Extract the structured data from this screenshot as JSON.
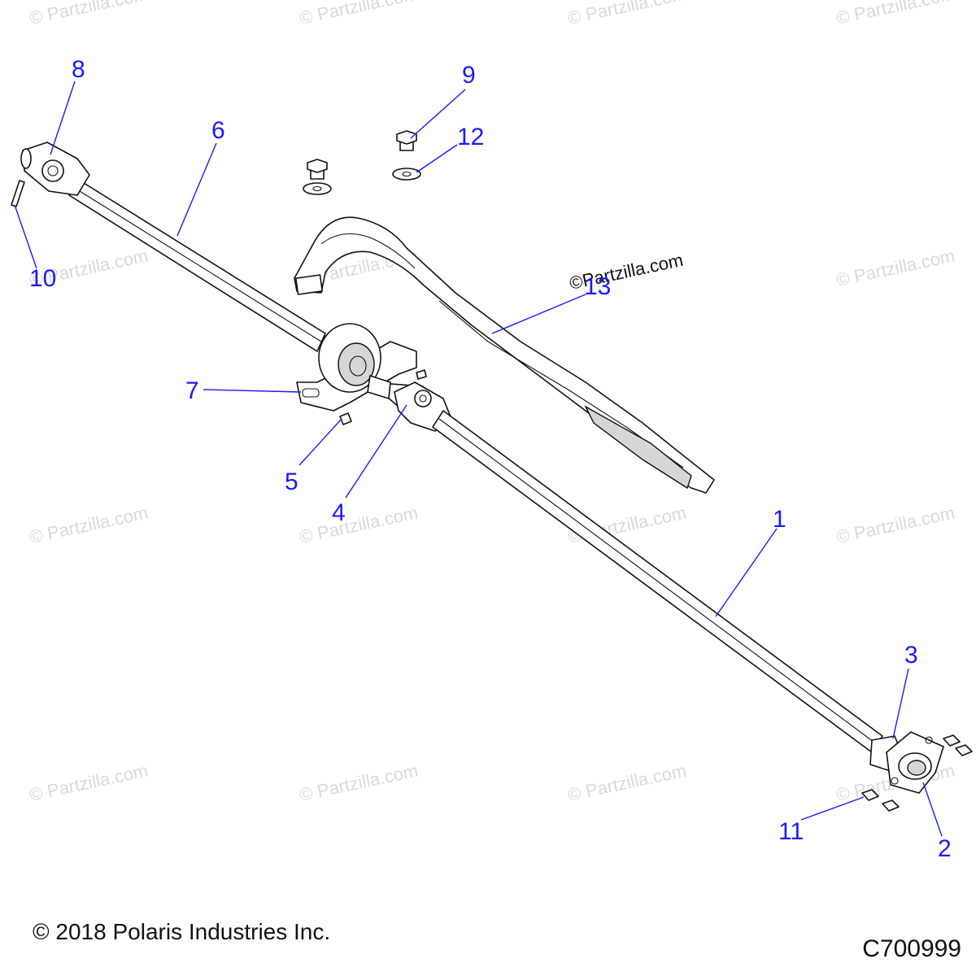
{
  "watermark_text": "© Partzilla.com",
  "inline_watermark": "©Partzilla.com",
  "callouts": {
    "c1": "1",
    "c2": "2",
    "c3": "3",
    "c4": "4",
    "c5": "5",
    "c6": "6",
    "c7": "7",
    "c8": "8",
    "c9": "9",
    "c10": "10",
    "c11": "11",
    "c12": "12",
    "c13": "13"
  },
  "footer": {
    "copyright": "© 2018 Polaris Industries Inc.",
    "drawing_id": "C700999"
  },
  "colors": {
    "callout": "#1a1aff",
    "line_art": "#111111",
    "watermark": "#d9d9d9"
  }
}
